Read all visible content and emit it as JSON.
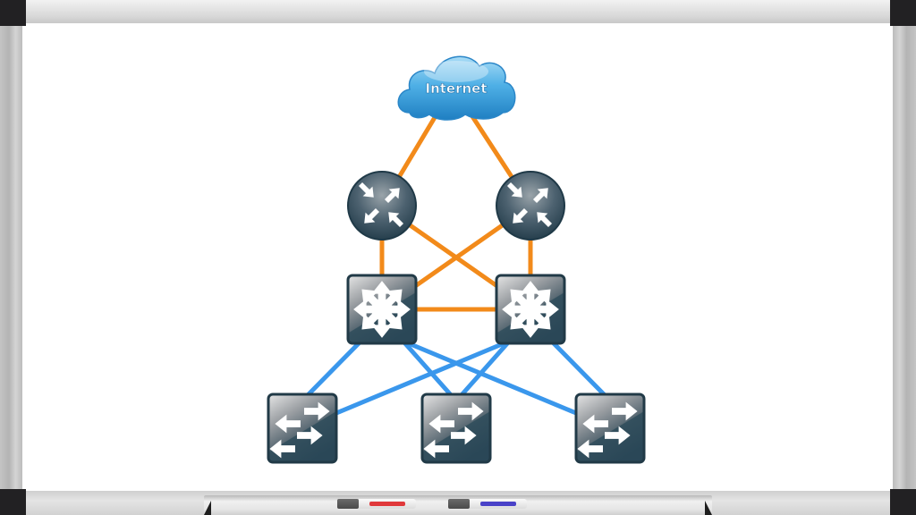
{
  "diagram": {
    "title": "Network topology on whiteboard",
    "colors": {
      "wan_link": "#f28a1a",
      "lan_link": "#3a97ec",
      "device_dark": "#2a4757",
      "cloud": "#3aa0dc"
    },
    "nodes": [
      {
        "id": "internet",
        "type": "cloud",
        "label": "Internet",
        "icon": "cloud-icon"
      },
      {
        "id": "router-1",
        "type": "router",
        "label": "",
        "icon": "router-icon"
      },
      {
        "id": "router-2",
        "type": "router",
        "label": "",
        "icon": "router-icon"
      },
      {
        "id": "dist-switch-1",
        "type": "multilayer-switch",
        "label": "",
        "icon": "multilayer-switch-icon"
      },
      {
        "id": "dist-switch-2",
        "type": "multilayer-switch",
        "label": "",
        "icon": "multilayer-switch-icon"
      },
      {
        "id": "access-switch-1",
        "type": "switch",
        "label": "",
        "icon": "switch-icon"
      },
      {
        "id": "access-switch-2",
        "type": "switch",
        "label": "",
        "icon": "switch-icon"
      },
      {
        "id": "access-switch-3",
        "type": "switch",
        "label": "",
        "icon": "switch-icon"
      }
    ],
    "links": [
      {
        "from": "internet",
        "to": "router-1",
        "kind": "wan"
      },
      {
        "from": "internet",
        "to": "router-2",
        "kind": "wan"
      },
      {
        "from": "router-1",
        "to": "dist-switch-1",
        "kind": "wan"
      },
      {
        "from": "router-1",
        "to": "dist-switch-2",
        "kind": "wan"
      },
      {
        "from": "router-2",
        "to": "dist-switch-1",
        "kind": "wan"
      },
      {
        "from": "router-2",
        "to": "dist-switch-2",
        "kind": "wan"
      },
      {
        "from": "dist-switch-1",
        "to": "dist-switch-2",
        "kind": "wan"
      },
      {
        "from": "dist-switch-1",
        "to": "access-switch-1",
        "kind": "lan"
      },
      {
        "from": "dist-switch-1",
        "to": "access-switch-2",
        "kind": "lan"
      },
      {
        "from": "dist-switch-1",
        "to": "access-switch-3",
        "kind": "lan"
      },
      {
        "from": "dist-switch-2",
        "to": "access-switch-1",
        "kind": "lan"
      },
      {
        "from": "dist-switch-2",
        "to": "access-switch-2",
        "kind": "lan"
      },
      {
        "from": "dist-switch-2",
        "to": "access-switch-3",
        "kind": "lan"
      }
    ]
  },
  "whiteboard": {
    "markers": [
      {
        "name": "red-marker",
        "color": "#e0393b"
      },
      {
        "name": "blue-marker",
        "color": "#4a43c8"
      }
    ]
  }
}
